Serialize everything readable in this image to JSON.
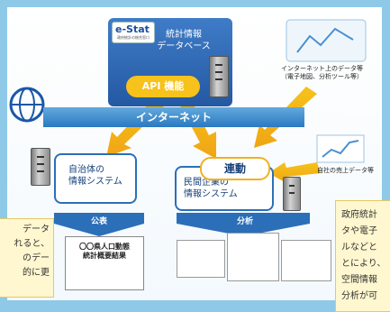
{
  "estat": {
    "logo": "e-Stat",
    "sub": "政府統計の総合窓口"
  },
  "database": {
    "line1": "統計情報",
    "line2": "データベース"
  },
  "api_label": "API 機能",
  "internet_label": "インターネット",
  "internet_data": {
    "line1": "インターネット上のデータ等",
    "line2": "（電子地図、分析ツール等）"
  },
  "company_data_label": "自社の売上データ等",
  "municipal": {
    "line1": "自治体の",
    "line2": "情報システム",
    "step": "公表",
    "doc_line1": "〇〇県人口動態",
    "doc_line2": "統計概要結果"
  },
  "private": {
    "line1": "民間企業の",
    "line2": "情報システム",
    "badge": "連動",
    "step": "分析"
  },
  "callout_left": [
    "データ",
    "れると、",
    "のデー",
    "的に更"
  ],
  "callout_right": [
    "政府統計",
    "タや電子",
    "ルなどと",
    "とにより、",
    "空間情報",
    "分析が可"
  ],
  "colors": {
    "accent_blue": "#2b6fb8",
    "api_yellow": "#f6c21b",
    "arrow_yellow": "#f2b120",
    "background": "#8fc9e8"
  }
}
